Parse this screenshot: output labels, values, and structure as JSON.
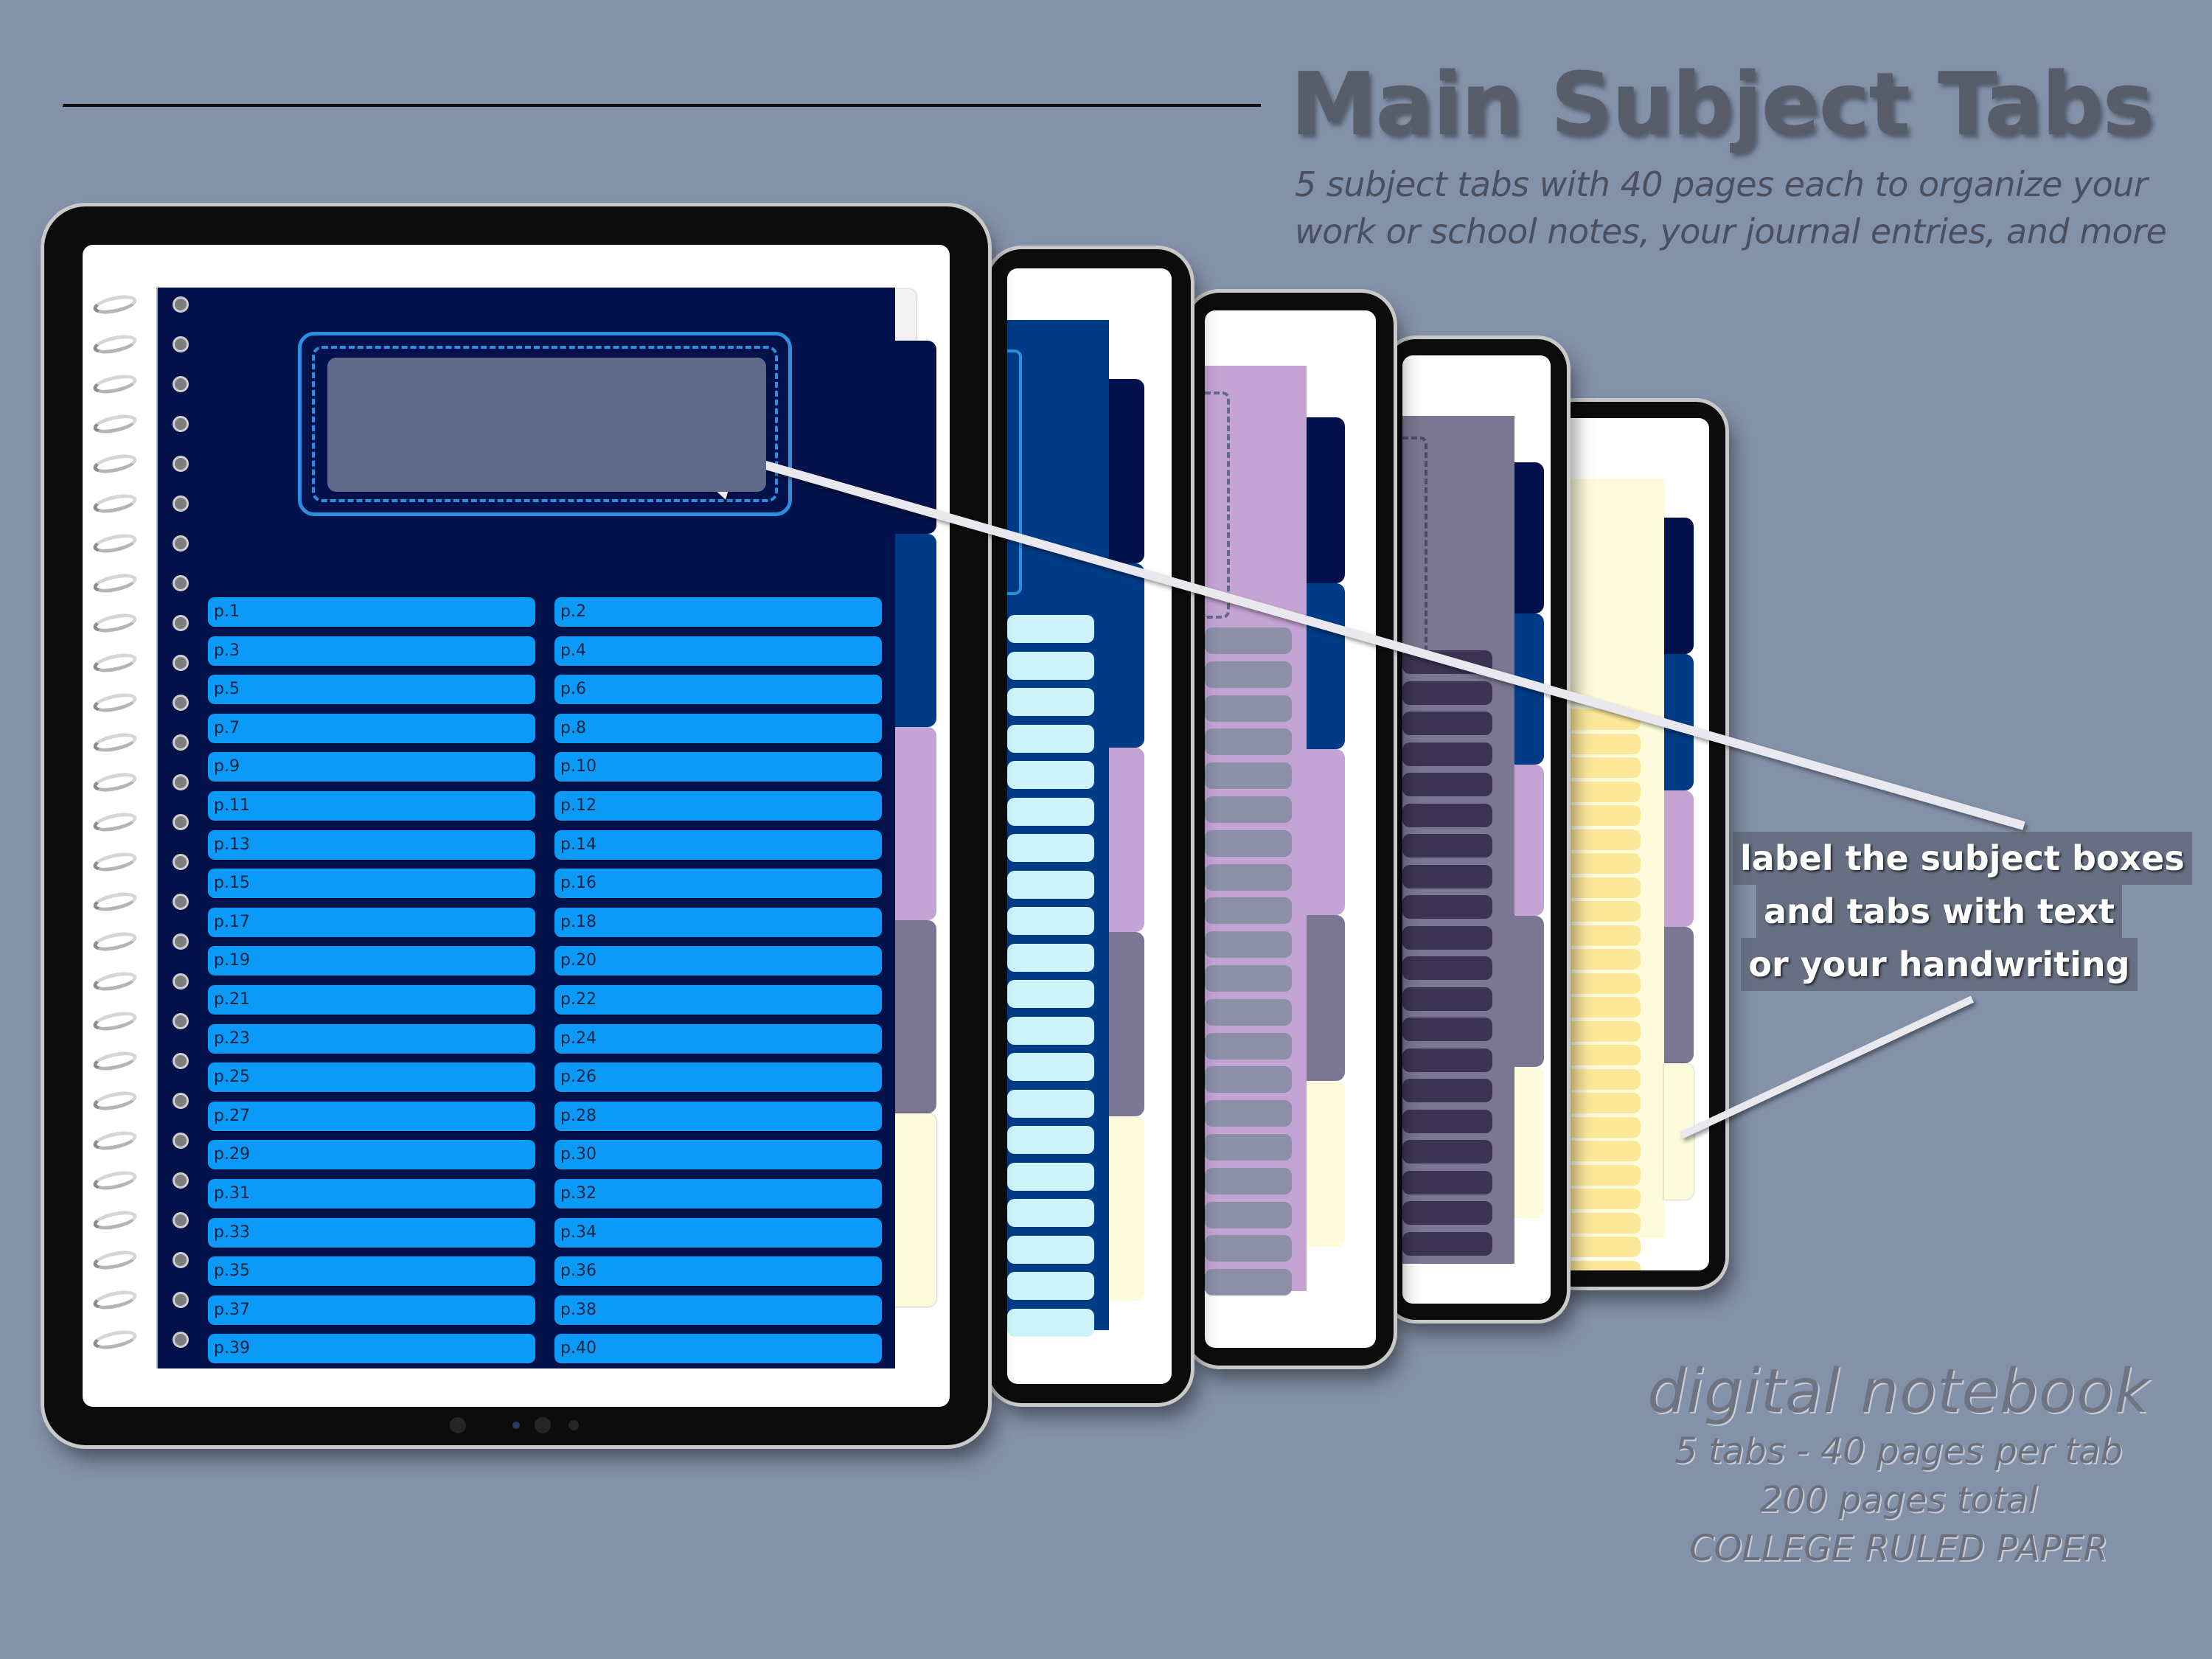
{
  "header": {
    "title": "Main Subject Tabs",
    "subtitle_line1": "5 subject tabs with 40 pages each to organize  your",
    "subtitle_line2": "work or school notes, your journal entries, and more"
  },
  "callout": {
    "line1": "label the subject boxes",
    "line2": "and tabs with text",
    "line3": "or your handwriting"
  },
  "footer": {
    "product": "digital notebook",
    "line1": "5 tabs  - 40 pages per tab",
    "line2": "200 pages total",
    "line3": "COLLEGE RULED PAPER"
  },
  "pages": [
    "p.1",
    "p.2",
    "p.3",
    "p.4",
    "p.5",
    "p.6",
    "p.7",
    "p.8",
    "p.9",
    "p.10",
    "p.11",
    "p.12",
    "p.13",
    "p.14",
    "p.15",
    "p.16",
    "p.17",
    "p.18",
    "p.19",
    "p.20",
    "p.21",
    "p.22",
    "p.23",
    "p.24",
    "p.25",
    "p.26",
    "p.27",
    "p.28",
    "p.29",
    "p.30",
    "p.31",
    "p.32",
    "p.33",
    "p.34",
    "p.35",
    "p.36",
    "p.37",
    "p.38",
    "p.39",
    "p.40"
  ],
  "colors": {
    "background": "#8391a9",
    "tab_navy": "#03124a",
    "tab_blue": "#003b85",
    "tab_lavender": "#c4a4d4",
    "tab_mauve": "#7b7691",
    "tab_cream": "#fdfbdb",
    "page_button": "#0b9af7"
  }
}
